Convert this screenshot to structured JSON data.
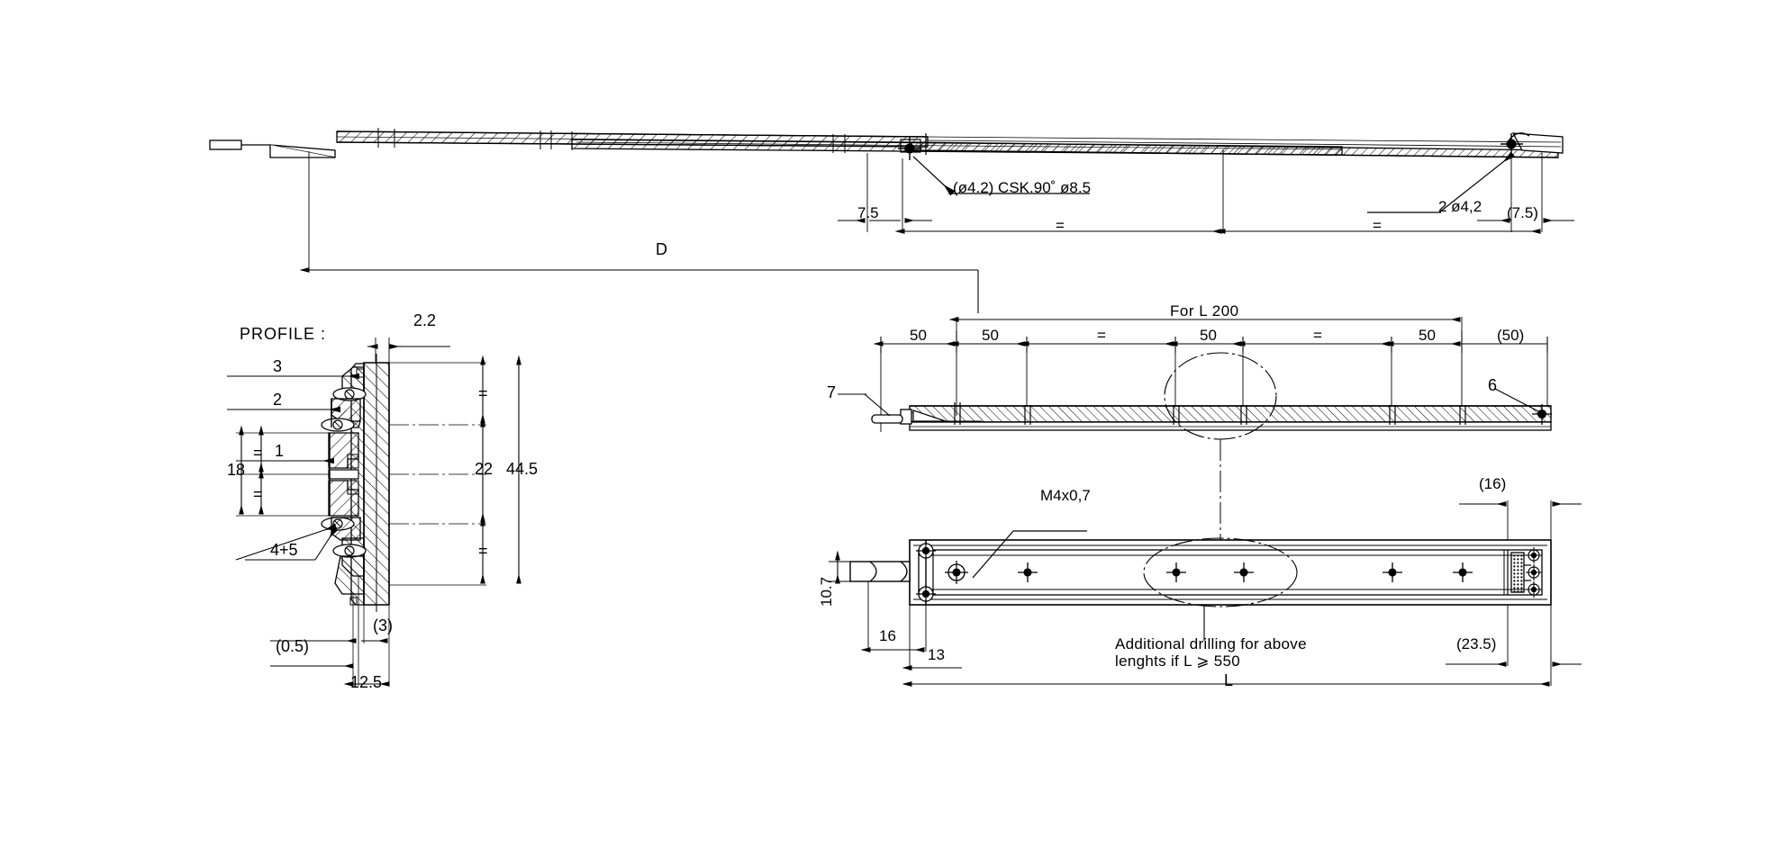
{
  "drawing": {
    "type": "technical-engineering-drawing",
    "subject": "Telescopic linear rail / drawer slide",
    "units": "mm",
    "line_color": "#000000",
    "background_color": "#ffffff"
  },
  "views": {
    "top_elevation": {
      "name": "Top elevation - extended slide",
      "labels": {
        "hole_spec": "(ø4.2)  CSK.90˚  ø8.5",
        "end_holes": "2  ø4,2",
        "end_offset": "(7.5)",
        "start_offset": "7.5",
        "equal_1": "=",
        "equal_2": "=",
        "overall": "D"
      }
    },
    "profile_section": {
      "title": "PROFILE  :",
      "callouts": [
        {
          "id": "3",
          "text": "3"
        },
        {
          "id": "2",
          "text": "2"
        },
        {
          "id": "1",
          "text": "1"
        },
        {
          "id": "4+5",
          "text": "4+5"
        }
      ],
      "dimensions": {
        "top_thickness": "2.2",
        "inner_span": "18",
        "mid_height": "22",
        "overall_height": "44.5",
        "base_gap": "(0.5)",
        "base_width": "12.5",
        "flange": "(3)",
        "equal_marks": [
          "=",
          "=",
          "=",
          "=",
          "="
        ]
      }
    },
    "middle_elevation": {
      "name": "Middle elevation - rail with drilling pattern",
      "title_note": "For  L  200",
      "callouts": [
        {
          "id": "7",
          "text": "7"
        },
        {
          "id": "6",
          "text": "6"
        }
      ],
      "spacings": [
        "50",
        "50",
        "=",
        "50",
        "=",
        "50",
        "(50)"
      ]
    },
    "bottom_plan": {
      "name": "Bottom plan view - rail",
      "thread_label": "M4x0,7",
      "note": "Additional  drilling  for  above\nlenghts  if  L  ⩾  550",
      "note_line_1": "Additional  drilling  for  above",
      "note_line_2": "lenghts  if  L  ⩾  550",
      "dimensions": {
        "pin_height": "10.7",
        "pin_offset": "16",
        "edge_offset": "13",
        "right_offset": "(16)",
        "right_edge": "(23.5)",
        "overall_length": "L"
      }
    }
  }
}
